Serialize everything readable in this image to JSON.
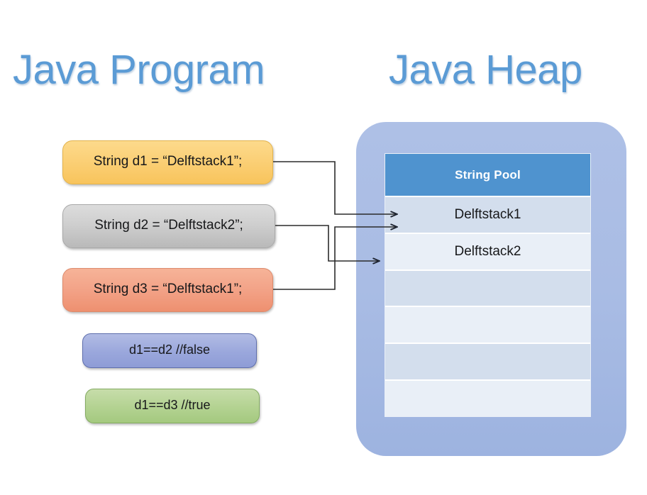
{
  "titles": {
    "left": "Java Program",
    "right": "Java Heap"
  },
  "colors": {
    "title": "#5b9bd5",
    "heap_panel": "#a9bce4",
    "pool_header": "#4f93cf",
    "row_shade_a": "#d3deed",
    "row_shade_b": "#e9eff7",
    "box_d1": "#fbd077",
    "box_d2": "#cfcfcf",
    "box_d3": "#f3a489",
    "box_cmp1": "#9aa7dc",
    "box_cmp2": "#b3d291",
    "connector": "#2b2b2b"
  },
  "program": {
    "statements": [
      {
        "id": "d1",
        "text": "String d1 = “Delftstack1”;"
      },
      {
        "id": "d2",
        "text": "String d2 = “Delftstack2”;"
      },
      {
        "id": "d3",
        "text": "String d3 = “Delftstack1”;"
      }
    ],
    "comparisons": [
      {
        "id": "cmp1",
        "text": "d1==d2 //false"
      },
      {
        "id": "cmp2",
        "text": "d1==d3 //true"
      }
    ]
  },
  "heap": {
    "pool_header": "String Pool",
    "rows": [
      "Delftstack1",
      "Delftstack2",
      "",
      "",
      "",
      ""
    ]
  }
}
